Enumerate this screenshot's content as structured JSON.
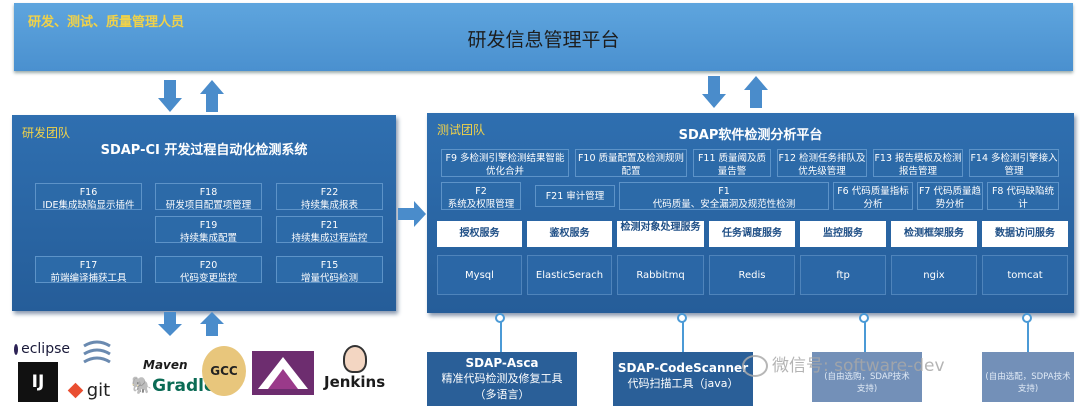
{
  "top": {
    "label": "研发、测试、质量管理人员",
    "title": "研发信息管理平台"
  },
  "dev": {
    "team": "研发团队",
    "title": "SDAP-CI 开发过程自动化检测系统",
    "items": [
      {
        "id": "F16",
        "text": "IDE集成缺陷显示插件"
      },
      {
        "id": "F18",
        "text": "研发项目配置项管理"
      },
      {
        "id": "F22",
        "text": "持续集成报表"
      },
      {
        "id": "F19",
        "text": "持续集成配置"
      },
      {
        "id": "F21",
        "text": "持续集成过程监控"
      },
      {
        "id": "F17",
        "text": "前端编译捕获工具"
      },
      {
        "id": "F20",
        "text": "代码变更监控"
      },
      {
        "id": "F15",
        "text": "增量代码检测"
      }
    ]
  },
  "test": {
    "team": "测试团队",
    "title": "SDAP软件检测分析平台",
    "row1": [
      {
        "text": "F9 多检测引擎检测结果智能优化合并"
      },
      {
        "text": "F10 质量配置及检测规则配置"
      },
      {
        "text": "F11 质量阈及质量告警"
      },
      {
        "text": "F12 检测任务排队及优先级管理"
      },
      {
        "text": "F13 报告模板及检测报告管理"
      },
      {
        "text": "F14 多检测引擎接入管理"
      }
    ],
    "row2": [
      {
        "id": "F2",
        "text": "系统及权限管理"
      },
      {
        "id": "",
        "text": "F21 审计管理"
      },
      {
        "id": "F1",
        "text": "代码质量、安全漏洞及规范性检测"
      },
      {
        "id": "F6",
        "text": "代码质量指标分析"
      },
      {
        "id": "F7",
        "text": "代码质量趋势分析"
      },
      {
        "id": "F8",
        "text": "代码缺陷统计"
      }
    ],
    "services": [
      "授权服务",
      "鉴权服务",
      "检测对象处理服务",
      "任务调度服务",
      "监控服务",
      "检测框架服务",
      "数据访问服务"
    ],
    "infra": [
      "Mysql",
      "ElasticSerach",
      "Rabbitmq",
      "Redis",
      "ftp",
      "ngix",
      "tomcat"
    ]
  },
  "tools": [
    {
      "name": "SDAP-Asca",
      "desc": "精准代码检测及修复工具",
      "desc2": "（多语言）"
    },
    {
      "name": "SDAP-CodeScanner",
      "desc": "代码扫描工具（java）"
    },
    {
      "name": "",
      "desc": "(自由选购，SDAP技术",
      "desc2": "支持)"
    },
    {
      "name": "",
      "desc": "(自由选配，SDPA技术",
      "desc2": "支持)"
    }
  ],
  "logos": [
    "eclipse",
    "git",
    "Maven",
    "Gradle",
    "GCC",
    "Jenkins"
  ],
  "watermark": "微信号: software-dev",
  "colors": {
    "panel": "#2f6fb0",
    "banner": "#5ea5de",
    "accent": "#f0d24a"
  }
}
